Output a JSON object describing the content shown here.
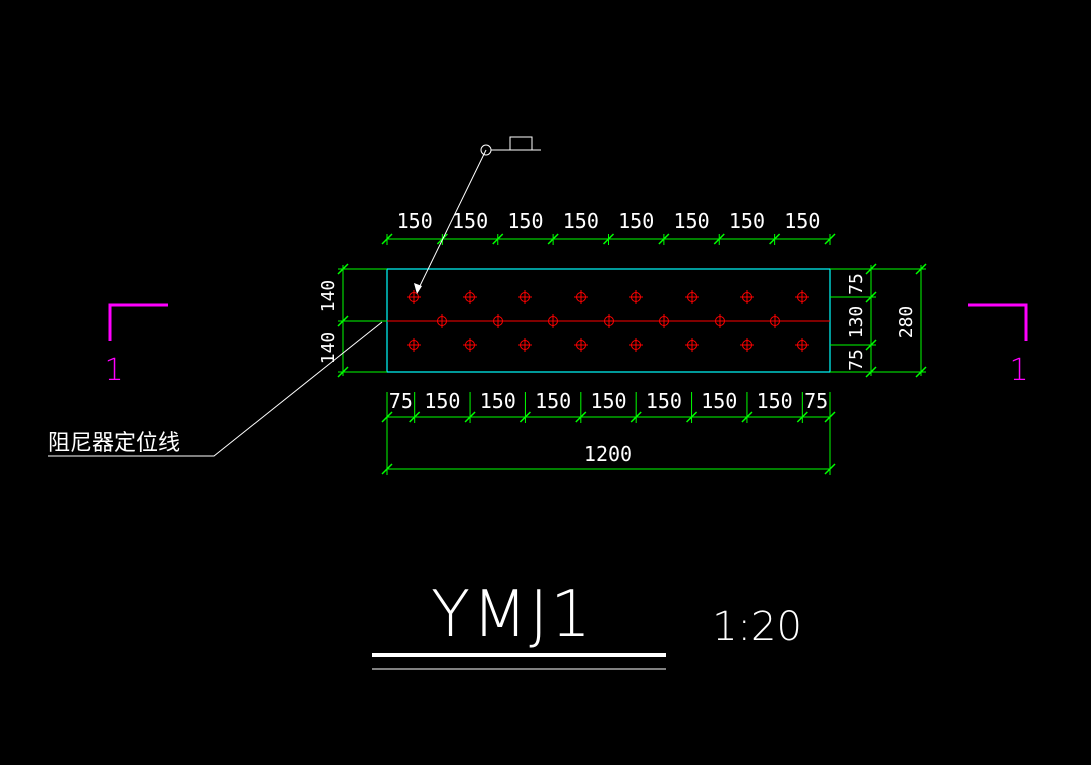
{
  "drawing": {
    "title": "YMJ1",
    "scale": "1:20",
    "damper_label": "阻尼器定位线",
    "section_mark_left": "1",
    "section_mark_right": "1"
  },
  "dimensions": {
    "top_row": [
      "150",
      "150",
      "150",
      "150",
      "150",
      "150",
      "150",
      "150"
    ],
    "bottom_row": [
      "75",
      "150",
      "150",
      "150",
      "150",
      "150",
      "150",
      "150",
      "75"
    ],
    "overall_width": "1200",
    "left_side": [
      "140",
      "140"
    ],
    "right_side_inner": [
      "75",
      "130",
      "75"
    ],
    "right_side_overall": "280"
  },
  "colors": {
    "background": "#000000",
    "dimension_lines": "#00ff00",
    "plate_outline": "#00ffff",
    "bolt_holes": "#ff0000",
    "section_marks": "#ff00ff",
    "text": "#ffffff"
  }
}
